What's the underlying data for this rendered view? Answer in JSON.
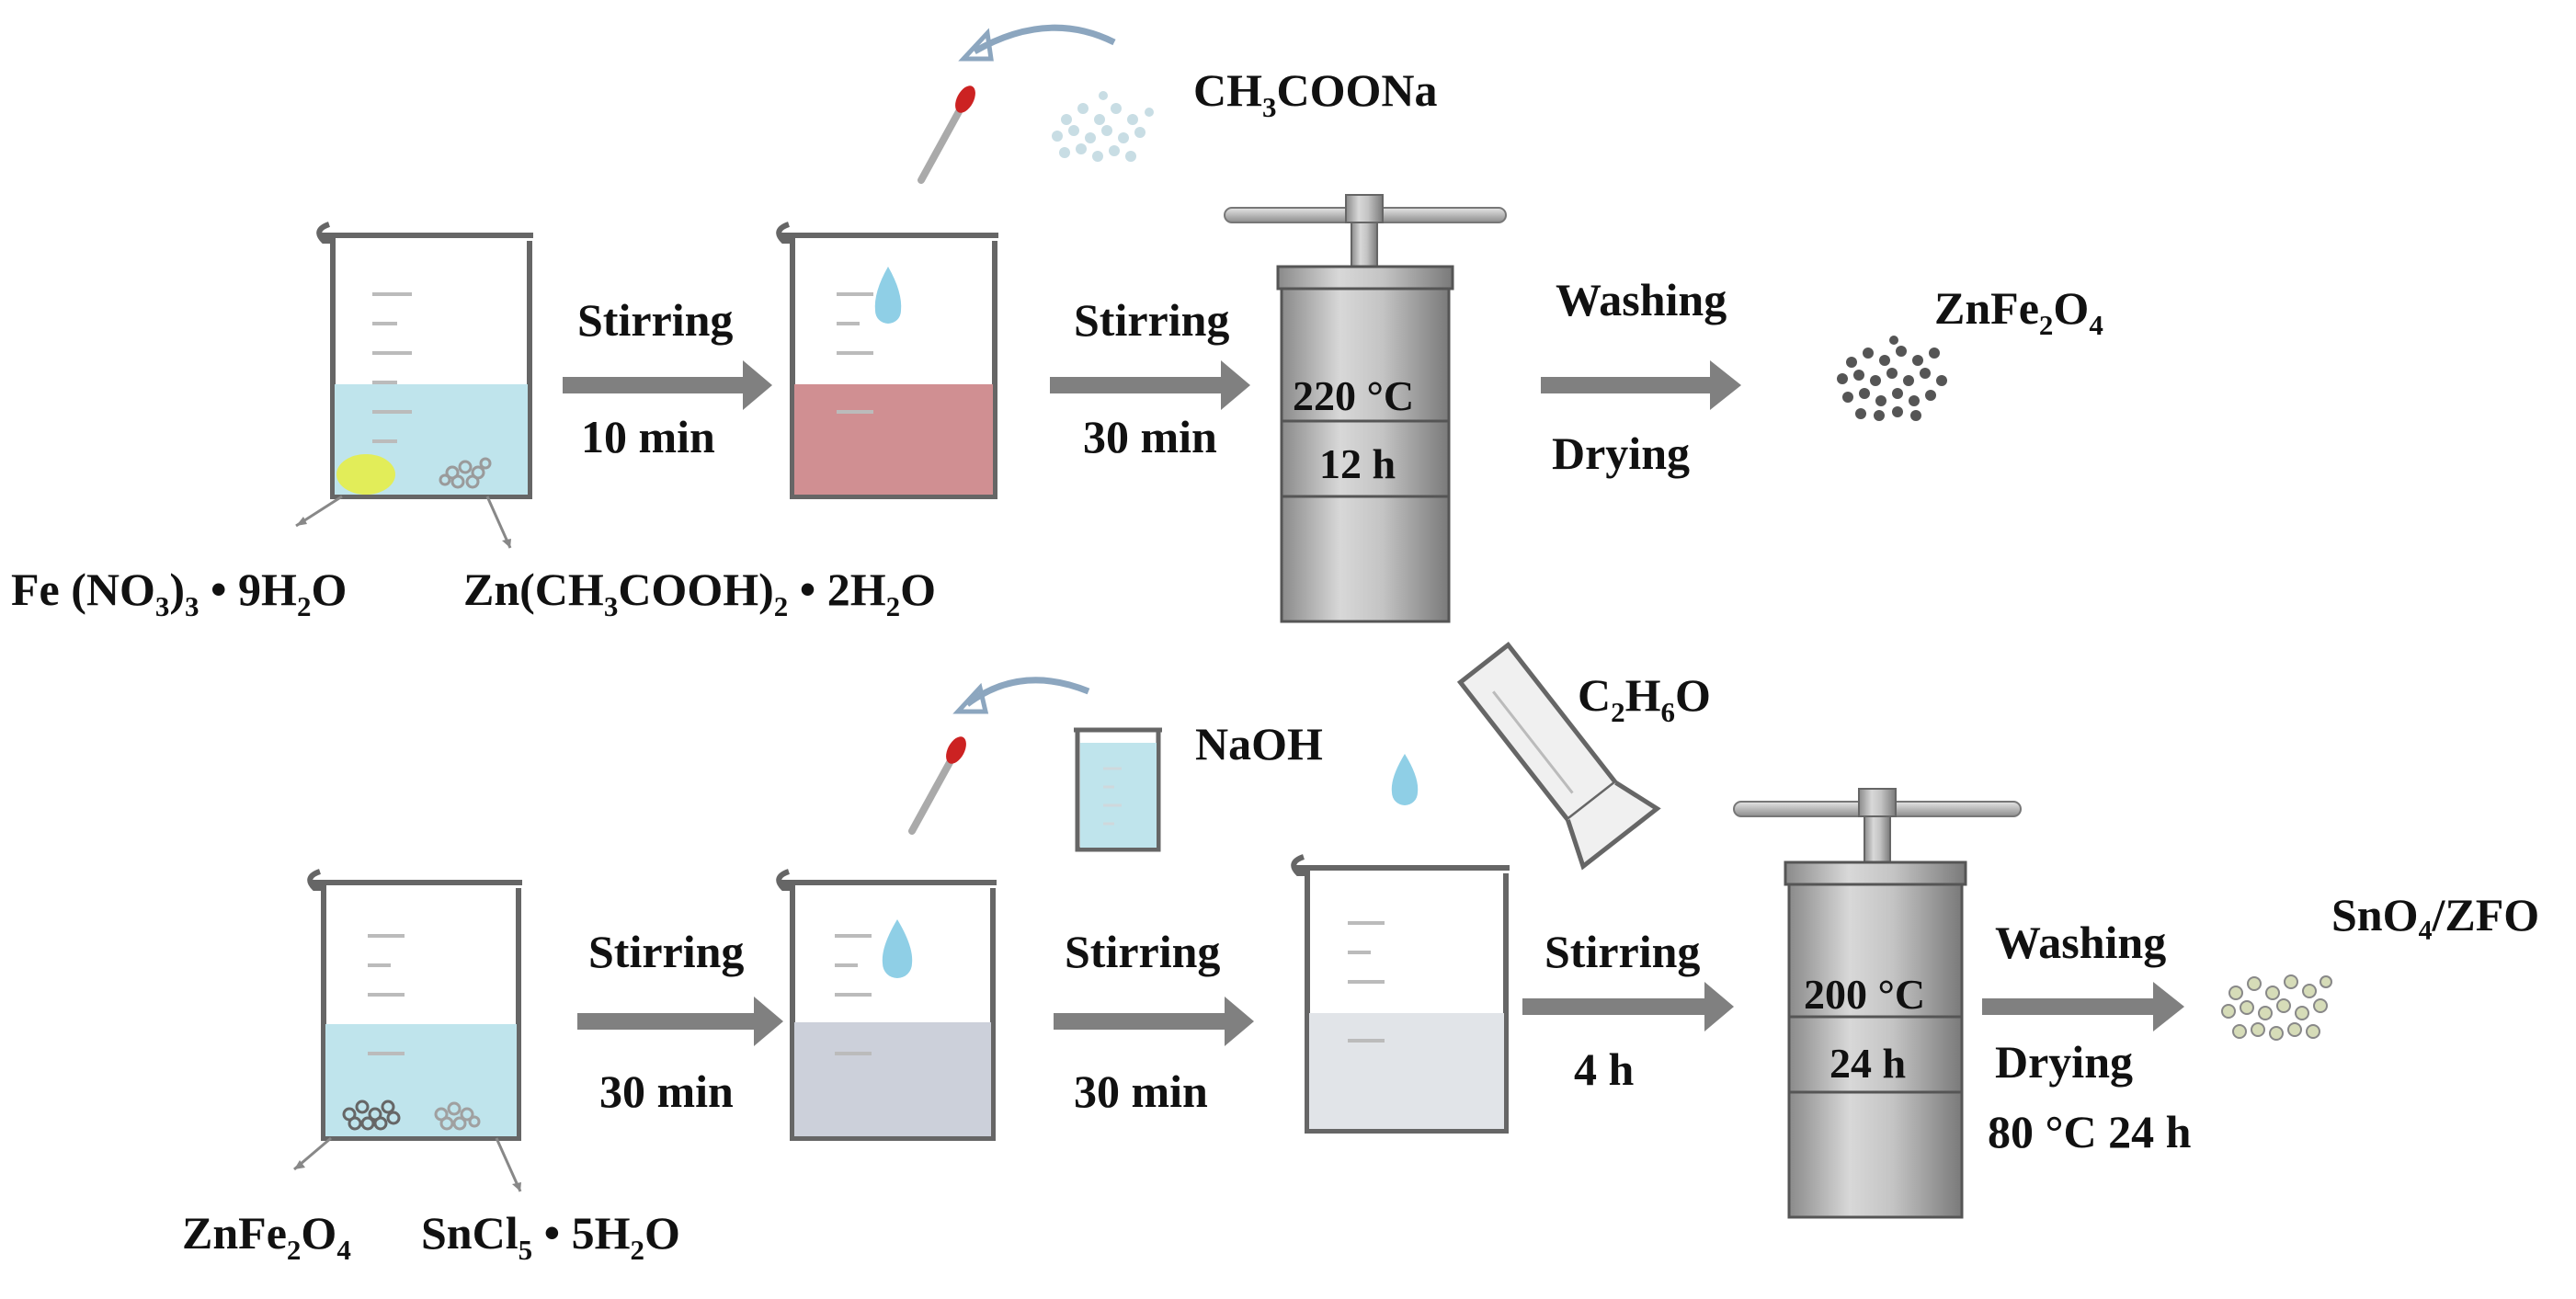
{
  "top_row": {
    "reagent_left": {
      "pre": "Fe (NO",
      "s1": "3",
      "mid": ")",
      "s2": "3",
      "post": " • 9H",
      "s3": "2",
      "end": "O"
    },
    "reagent_right": {
      "pre": "Zn(CH",
      "s1": "3",
      "mid": "COOH)",
      "s2": "2",
      "post": " • 2H",
      "s3": "2",
      "end": "O"
    },
    "additive": {
      "pre": "CH",
      "s1": "3",
      "post": "COONa"
    },
    "step1": {
      "top": "Stirring",
      "bottom": "10 min"
    },
    "step2": {
      "top": "Stirring",
      "bottom": "30 min"
    },
    "autoclave": {
      "temp": "220 °C",
      "time": "12 h"
    },
    "step3": {
      "top": "Washing",
      "bottom": "Drying"
    },
    "product": {
      "pre": "ZnFe",
      "s1": "2",
      "mid": "O",
      "s2": "4"
    }
  },
  "bottom_row": {
    "reagent_left": {
      "pre": "ZnFe",
      "s1": "2",
      "mid": "O",
      "s2": "4"
    },
    "reagent_right": {
      "pre": "SnCl",
      "s1": "5",
      "post": " • 5H",
      "s2": "2",
      "end": "O"
    },
    "additive_base": "NaOH",
    "additive_solvent": {
      "pre": "C",
      "s1": "2",
      "mid": "H",
      "s2": "6",
      "end": "O"
    },
    "step1": {
      "top": "Stirring",
      "bottom": "30 min"
    },
    "step2": {
      "top": "Stirring",
      "bottom": "30 min"
    },
    "step3": {
      "top": "Stirring",
      "bottom": "4 h"
    },
    "autoclave": {
      "temp": "200 °C",
      "time": "24 h"
    },
    "step4": {
      "top": "Washing",
      "middle": "Drying",
      "bottom": "80 °C 24 h"
    },
    "product": "SnO₄/ZFO"
  },
  "colors": {
    "arrow": "#808080",
    "beaker_outline": "#666666",
    "blue_solution": "#bfe4ec",
    "red_solution": "#d08f92",
    "grey_solution": "#ccd0da",
    "pale_solution": "#e1e4e8",
    "droplet": "#8fcfe6",
    "autoclave_body": "#bdbdbd",
    "curved_arrow": "#8ca6bf",
    "dropper_tip": "#cc2222"
  }
}
